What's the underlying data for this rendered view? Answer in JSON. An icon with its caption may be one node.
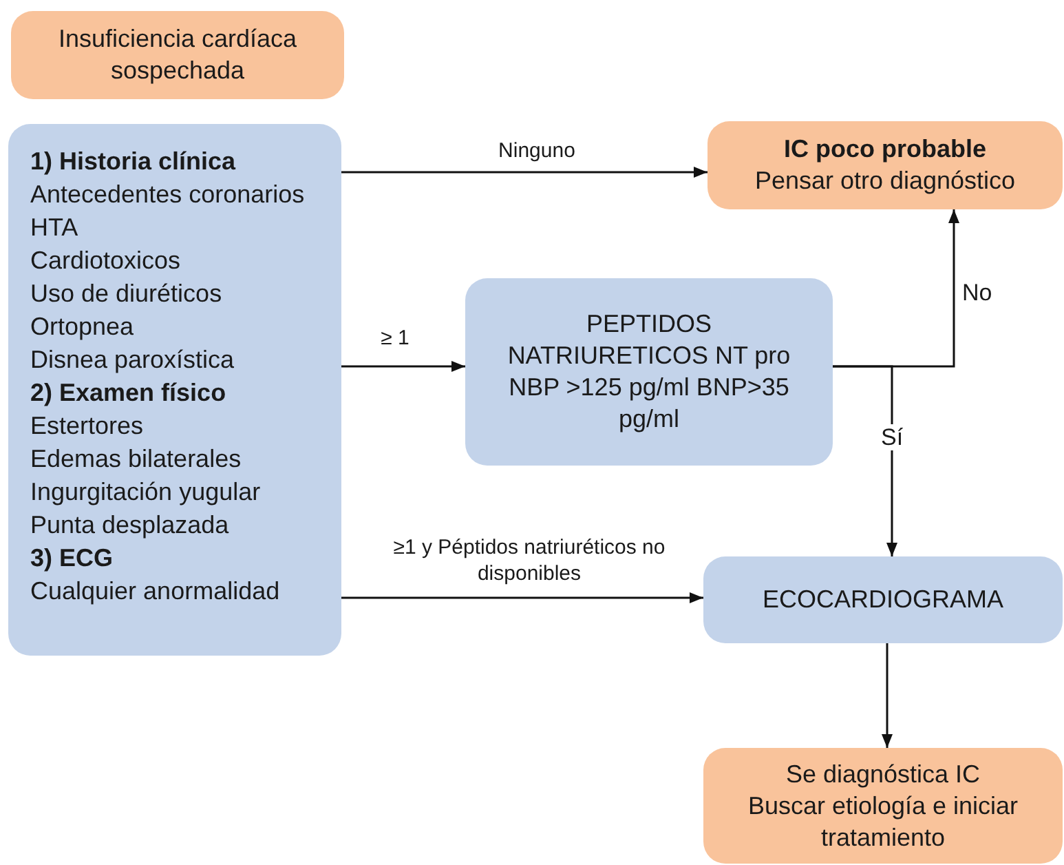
{
  "diagram": {
    "nodes": [
      {
        "text": [
          "Insuficiencia cardíaca sospechada"
        ]
      },
      {
        "text": [
          "**1) Historia clínica**",
          "Antecedentes coronarios",
          "HTA",
          "Cardiotoxicos",
          "Uso de diuréticos",
          "Ortopnea",
          "Disnea paroxística",
          "**2) Examen físico**",
          "Estertores",
          "Edemas bilaterales",
          "Ingurgitación yugular",
          "Punta desplazada",
          "**3) ECG**",
          "Cualquier anormalidad"
        ]
      },
      {
        "text": [
          "IC poco probable",
          "Pensar  otro diagnóstico"
        ]
      },
      {
        "text": [
          "PEPTIDOS NATRIURETICOS NT pro NBP >125 pg/ml BNP>35 pg/ml"
        ]
      },
      {
        "text": [
          "ECOCARDIOGRAMA"
        ]
      },
      {
        "text": [
          "Se diagnóstica  IC",
          "Buscar etiología e iniciar tratamiento"
        ]
      }
    ],
    "edges": [
      {
        "from": 1,
        "to": 2,
        "arrow": "to",
        "label": "Ninguno"
      },
      {
        "from": 1,
        "to": 3,
        "arrow": "to",
        "label": "≥ 1"
      },
      {
        "from": 1,
        "to": 4,
        "arrow": "to",
        "label": "≥1  y Péptidos natriuréticos no disponibles"
      },
      {
        "from": 3,
        "to": 2,
        "arrow": "to",
        "label": "No"
      },
      {
        "from": 3,
        "to": 4,
        "arrow": "to",
        "label": "Sí"
      },
      {
        "from": 4,
        "to": 5,
        "arrow": "to"
      }
    ]
  }
}
